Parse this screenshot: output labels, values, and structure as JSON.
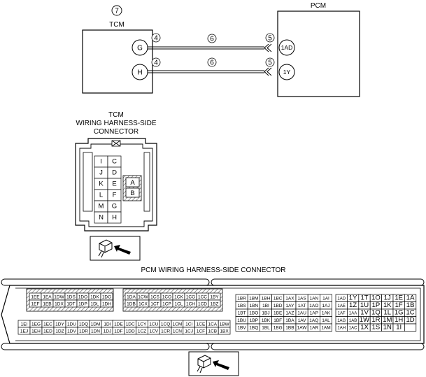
{
  "tcm": {
    "number": "7",
    "title": "TCM"
  },
  "pcm": {
    "title": "PCM"
  },
  "circuits": [
    {
      "from": "G",
      "wire_left": "4",
      "wire_mid": "6",
      "wire_right": "5",
      "to": "1AD"
    },
    {
      "from": "H",
      "wire_left": "4",
      "wire_mid": "6",
      "wire_right": "5",
      "to": "1Y"
    }
  ],
  "tcm_connector": {
    "title": [
      "TCM",
      "WIRING HARNESS-SIDE",
      "CONNECTOR"
    ],
    "grid": [
      [
        "I",
        "C"
      ],
      [
        "J",
        "D"
      ],
      [
        "K",
        "E"
      ],
      [
        "L",
        "F"
      ],
      [
        "M",
        "G"
      ],
      [
        "N",
        "H"
      ]
    ],
    "side": [
      "A",
      "B"
    ]
  },
  "pcm_connector": {
    "title": "PCM WIRING HARNESS-SIDE CONNECTOR",
    "block1_top": [
      [
        "1EE",
        "1EA",
        "1DW",
        "1DS",
        "1DO",
        "1DK",
        "1DG"
      ],
      [
        "1EF",
        "1EB",
        "1DX",
        "1DT",
        "1DP",
        "1DL",
        "1DH"
      ]
    ],
    "block1_bottom": [
      [
        "1EI",
        "1EG",
        "1EC",
        "1DY",
        "1DU",
        "1DQ",
        "1DM",
        "1DI"
      ],
      [
        "1EJ",
        "1EH",
        "1ED",
        "1DZ",
        "1DV",
        "1DR",
        "1DN",
        "1DJ"
      ]
    ],
    "block2_top": [
      [
        "1DA",
        "1CW",
        "1CS",
        "1CO",
        "1CK",
        "1CG",
        "1CC",
        "1BY"
      ],
      [
        "1DB",
        "1CX",
        "1CT",
        "1CP",
        "1CL",
        "1CH",
        "1CD",
        "1BZ"
      ]
    ],
    "block2_bottom": [
      [
        "1DE",
        "1DC",
        "1CY",
        "1CU",
        "1CQ",
        "1CM",
        "1CI",
        "1CE",
        "1CA",
        "1BW"
      ],
      [
        "1DF",
        "1DD",
        "1CZ",
        "1CV",
        "1CR",
        "1CN",
        "1CJ",
        "1CF",
        "1CB",
        "1BX"
      ]
    ],
    "block3": [
      [
        "1BR",
        "1BM",
        "1BH",
        "1BC",
        "1AX",
        "1AS",
        "1AN",
        "1AI"
      ],
      [
        "1BS",
        "1BN",
        "1BI",
        "1BD",
        "1AY",
        "1AT",
        "1AO",
        "1AJ"
      ],
      [
        "1BT",
        "1BO",
        "1BJ",
        "1BE",
        "1AZ",
        "1AU",
        "1AP",
        "1AK"
      ],
      [
        "1BU",
        "1BP",
        "1BK",
        "1BF",
        "1BA",
        "1AV",
        "1AQ",
        "1AL"
      ],
      [
        "1BV",
        "1BQ",
        "1BL",
        "1BG",
        "1BB",
        "1AW",
        "1AR",
        "1AM"
      ]
    ],
    "block4": [
      [
        "1AD",
        "1Y",
        "1T",
        "1O",
        "1J",
        "1E",
        "1A"
      ],
      [
        "1AE",
        "1Z",
        "1U",
        "1P",
        "1K",
        "1F",
        "1B"
      ],
      [
        "1AF",
        "1AA",
        "1V",
        "1Q",
        "1L",
        "1G",
        "1C"
      ],
      [
        "1AG",
        "1AB",
        "1W",
        "1R",
        "1M",
        "1H",
        "1D"
      ],
      [
        "1AH",
        "1AC",
        "1X",
        "1S",
        "1N",
        "1I",
        ""
      ]
    ]
  }
}
